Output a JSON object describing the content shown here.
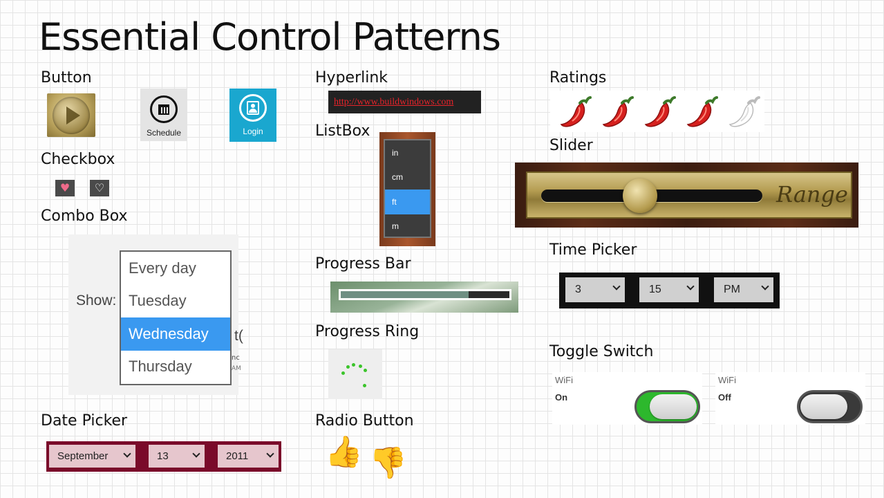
{
  "page": {
    "title": "Essential Control Patterns"
  },
  "sections": {
    "button": "Button",
    "checkbox": "Checkbox",
    "combo_box": "Combo Box",
    "date_picker": "Date Picker",
    "hyperlink": "Hyperlink",
    "listbox": "ListBox",
    "progress_bar": "Progress Bar",
    "progress_ring": "Progress Ring",
    "radio_button": "Radio Button",
    "ratings": "Ratings",
    "slider": "Slider",
    "time_picker": "Time Picker",
    "toggle_switch": "Toggle Switch"
  },
  "buttons": {
    "play_icon": "play-icon",
    "schedule_label": "Schedule",
    "schedule_icon": "calendar-icon",
    "login_label": "Login",
    "login_icon": "user-card-icon"
  },
  "checkboxes": [
    {
      "icon": "heart-filled-icon",
      "glyph": "♥",
      "checked": true
    },
    {
      "icon": "heart-outline-icon",
      "glyph": "♡",
      "checked": false
    }
  ],
  "combo": {
    "label": "Show:",
    "items": [
      "Every day",
      "Tuesday",
      "Wednesday",
      "Thursday"
    ],
    "selected": "Wednesday",
    "clipped": [
      "t(",
      "nc",
      "AM"
    ]
  },
  "date_picker": {
    "month": "September",
    "day": "13",
    "year": "2011"
  },
  "hyperlink": {
    "text": "http://www.buildwindows.com",
    "color": "#e8232a"
  },
  "listbox": {
    "items": [
      "in",
      "cm",
      "ft",
      "m"
    ],
    "selected": "ft"
  },
  "progress_bar": {
    "value_percent": 76
  },
  "radio": {
    "thumbs_up_icon": "thumbs-up-icon",
    "thumbs_down_icon": "thumbs-down-icon",
    "thumbs_up_glyph": "👍",
    "thumbs_down_glyph": "👎",
    "selected": "thumbs-up"
  },
  "ratings": {
    "value": 4,
    "max": 5,
    "icon": "chili-pepper-icon"
  },
  "slider": {
    "label": "Range",
    "value_percent": 42
  },
  "time_picker": {
    "hour": "3",
    "minute": "15",
    "period": "PM"
  },
  "toggles": [
    {
      "label": "WiFi",
      "state": "On",
      "on": true
    },
    {
      "label": "WiFi",
      "state": "Off",
      "on": false
    }
  ],
  "colors": {
    "accent_blue": "#3a99f0",
    "login_tile": "#1aa7cf",
    "date_bar": "#7a0a2a",
    "toggle_on": "#2db82d",
    "ring_dots": "#3ac42a"
  }
}
